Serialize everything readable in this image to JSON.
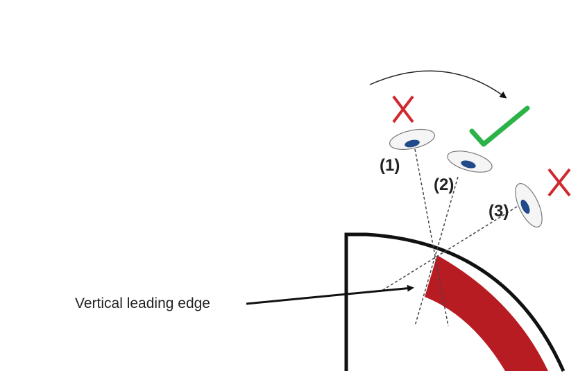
{
  "labels": {
    "position_1": "(1)",
    "position_2": "(2)",
    "position_3": "(3)",
    "caption": "Vertical leading edge"
  },
  "colors": {
    "outline": "#111111",
    "red_region": "#b71c22",
    "check": "#2bb34a",
    "cross": "#d0282e",
    "eye": "#214a8a"
  },
  "icons": {
    "correct": "check-mark-icon",
    "wrong": "cross-icon"
  }
}
